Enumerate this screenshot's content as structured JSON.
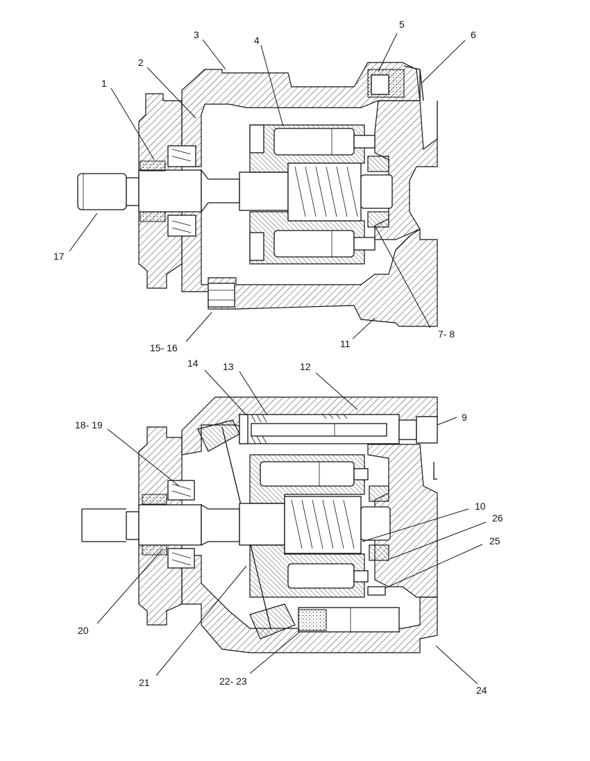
{
  "diagram": {
    "top_view": {
      "callouts": [
        "1",
        "2",
        "3",
        "4",
        "5",
        "6",
        "17",
        "15- 16",
        "11",
        "7- 8"
      ]
    },
    "bottom_view": {
      "callouts": [
        "14",
        "13",
        "12",
        "18- 19",
        "9",
        "10",
        "26",
        "25",
        "20",
        "21",
        "22- 23",
        "24"
      ]
    }
  }
}
